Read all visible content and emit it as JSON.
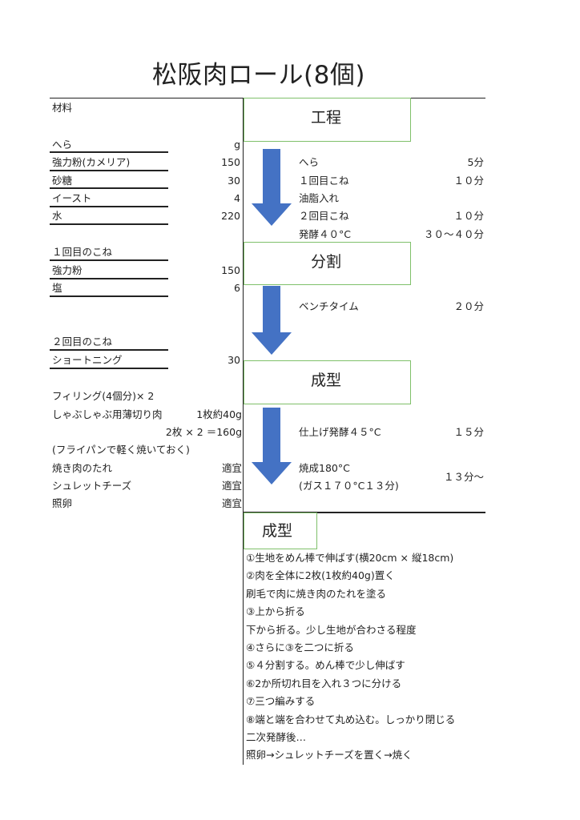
{
  "title": "松阪肉ロール(8個)",
  "materials": {
    "header": "材料",
    "dough": {
      "label": "へら",
      "unit": "g",
      "items": [
        {
          "name": "強力粉(カメリア)",
          "amount": "150"
        },
        {
          "name": "砂糖",
          "amount": "30"
        },
        {
          "name": "イースト",
          "amount": "4"
        },
        {
          "name": "水",
          "amount": "220"
        }
      ]
    },
    "first_knead": {
      "label": "１回目のこね",
      "items": [
        {
          "name": "強力粉",
          "amount": "150"
        },
        {
          "name": "塩",
          "amount": "6"
        }
      ]
    },
    "second_knead": {
      "label": "２回目のこね",
      "items": [
        {
          "name": "ショートニング",
          "amount": "30"
        }
      ]
    },
    "filling": {
      "label": "フィリング(4個分)× 2",
      "meat": "しゃぶしゃぶ用薄切り肉",
      "meat_amount": "1枚約40g",
      "meat_calc": "2枚 × 2 ＝160g",
      "note": "(フライパンで軽く焼いておく)",
      "items": [
        {
          "name": "焼き肉のたれ",
          "amount": "適宜"
        },
        {
          "name": "シュレットチーズ",
          "amount": "適宜"
        },
        {
          "name": "照卵",
          "amount": "適宜"
        }
      ]
    }
  },
  "process": {
    "box1": "工程",
    "steps1": [
      {
        "name": "へら",
        "time": "5分"
      },
      {
        "name": "１回目こね",
        "time": "１０分"
      },
      {
        "name": "油脂入れ",
        "time": ""
      },
      {
        "name": "２回目こね",
        "time": "１０分"
      },
      {
        "name": "発酵４０°C",
        "time": "３０～４０分"
      }
    ],
    "box2": "分割",
    "steps2": [
      {
        "name": "ベンチタイム",
        "time": "２０分"
      }
    ],
    "box3": "成型",
    "steps3": [
      {
        "name": "仕上げ発酵４５°C",
        "time": "１５分"
      }
    ],
    "bake_name": "焼成180°C",
    "bake_sub": "(ガス１７０°C１３分)",
    "bake_time": "１３分～"
  },
  "shaping": {
    "box": "成型",
    "steps": [
      "①生地をめん棒で伸ばす(横20cm × 縦18cm)",
      "②肉を全体に2枚(1枚約40g)置く",
      "刷毛で肉に焼き肉のたれを塗る",
      "③上から折る",
      "下から折る。少し生地が合わさる程度",
      "④さらに③を二つに折る",
      "⑤４分割する。めん棒で少し伸ばす",
      "⑥2か所切れ目を入れ３つに分ける",
      "⑦三つ編みする",
      "⑧端と端を合わせて丸め込む。しっかり閉じる",
      "二次発酵後…",
      "照卵→シュレットチーズを置く→焼く"
    ]
  },
  "colors": {
    "arrow": "#4472c4",
    "box_border": "#7fc06a"
  }
}
